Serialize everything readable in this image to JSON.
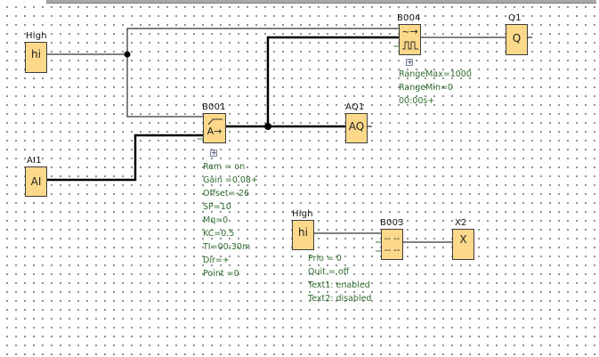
{
  "canvas": {
    "background": "#ffffff",
    "block_fill": "#fcd98a",
    "param_text_color": "#2e6b2e"
  },
  "blocks": {
    "high1": {
      "label": "High",
      "symbol": "hi"
    },
    "ai1": {
      "label": "AI1",
      "symbol": "AI"
    },
    "b001": {
      "label": "B001",
      "symbol_icon": "analog-threshold-icon",
      "symbol_text": "A→",
      "params": [
        "Rem = on",
        "Gain =0.08+",
        "Offset=-26",
        "SP=10",
        "Mq=0",
        "KC=0.5",
        "TI=00:30m",
        "Dir=+",
        "Point =0"
      ]
    },
    "aq1": {
      "label": "AQ1",
      "symbol": "AQ"
    },
    "b004": {
      "label": "B004",
      "symbol_icon": "pwm-icon",
      "symbol_text": "~→",
      "params": [
        "RangeMax=1000",
        "RangeMin=0",
        "00:00s+"
      ]
    },
    "q1": {
      "label": "Q1",
      "symbol": "Q"
    },
    "high2": {
      "label": "High",
      "symbol": "hi"
    },
    "b003": {
      "label": "B003",
      "symbol": "-- --\n-- --",
      "params": [
        "Prio = 0",
        "Quit = off",
        "Text1: enabled",
        "Text2: disabled"
      ]
    },
    "x2": {
      "label": "X2",
      "symbol": "X"
    }
  },
  "icons": {
    "expand": "+"
  }
}
